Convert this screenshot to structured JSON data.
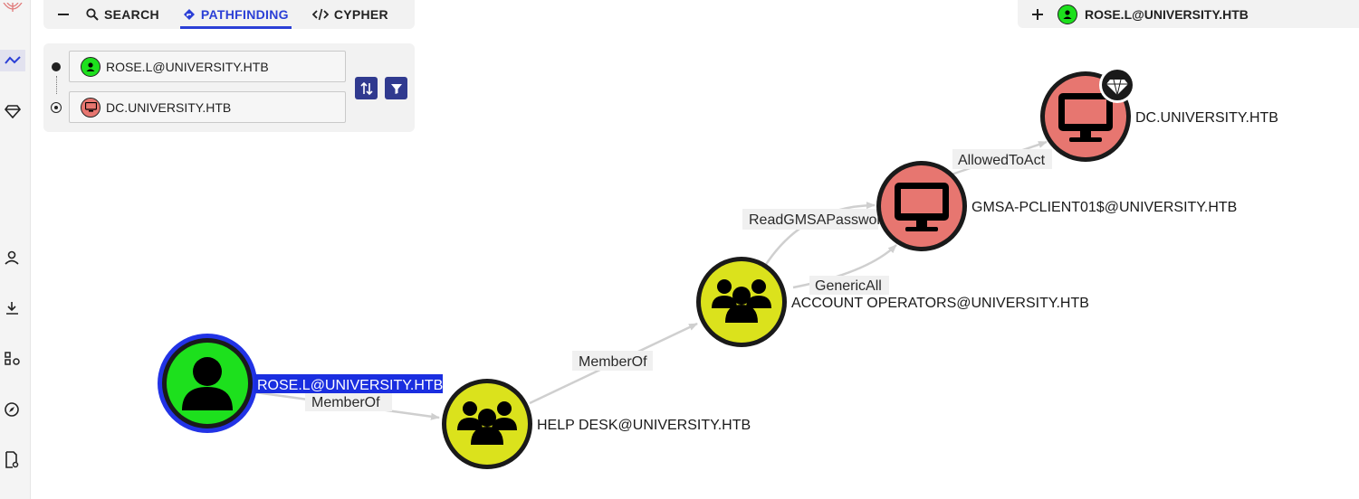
{
  "toolbar": {
    "tabs": [
      {
        "label": "SEARCH",
        "active": false
      },
      {
        "label": "PATHFINDING",
        "active": true
      },
      {
        "label": "CYPHER",
        "active": false
      }
    ]
  },
  "pathfinding": {
    "start_node": "ROSE.L@UNIVERSITY.HTB",
    "end_node": "DC.UNIVERSITY.HTB"
  },
  "selected_node": {
    "label": "ROSE.L@UNIVERSITY.HTB"
  },
  "graph": {
    "nodes": [
      {
        "id": "rose",
        "label": "ROSE.L@UNIVERSITY.HTB",
        "type": "user",
        "selected": true
      },
      {
        "id": "helpdesk",
        "label": "HELP DESK@UNIVERSITY.HTB",
        "type": "group"
      },
      {
        "id": "accops",
        "label": "ACCOUNT OPERATORS@UNIVERSITY.HTB",
        "type": "group"
      },
      {
        "id": "gmsa",
        "label": "GMSA-PCLIENT01$@UNIVERSITY.HTB",
        "type": "computer"
      },
      {
        "id": "dc",
        "label": "DC.UNIVERSITY.HTB",
        "type": "computer",
        "tier_zero": true
      }
    ],
    "edges": [
      {
        "label": "MemberOf"
      },
      {
        "label": "MemberOf"
      },
      {
        "label": "ReadGMSAPassword"
      },
      {
        "label": "GenericAll"
      },
      {
        "label": "AllowedToAct"
      }
    ]
  },
  "colors": {
    "accent": "#2b3fd6",
    "user_node": "#1de01d",
    "group_node": "#dbe21c",
    "computer_node": "#e77670",
    "selected_ring": "#2233e6",
    "selected_label_bg": "#1a2ee0",
    "icon_button": "#303a8f"
  }
}
